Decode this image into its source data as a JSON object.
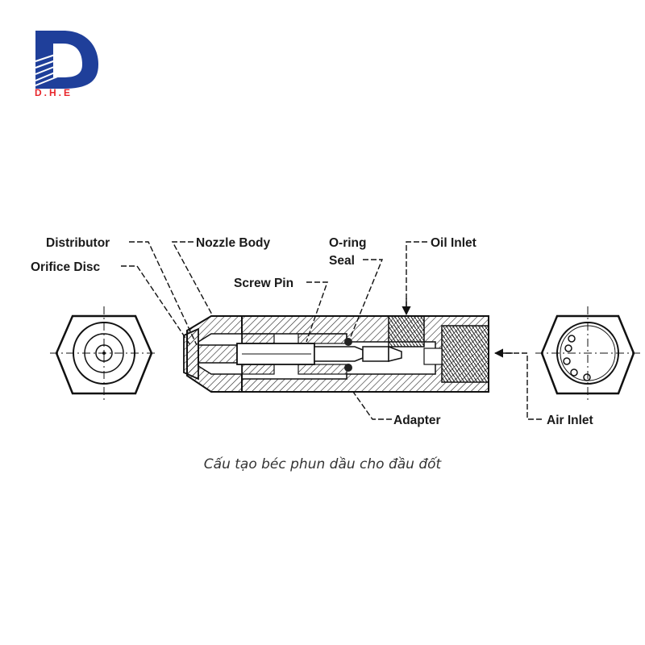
{
  "logo": {
    "text": "D.H.E",
    "colors": {
      "blue": "#1f3f9a",
      "red": "#e8262b"
    }
  },
  "labels": {
    "distributor": "Distributor",
    "nozzle_body": "Nozzle Body",
    "o_ring_line1": "O-ring",
    "o_ring_line2": "Seal",
    "oil_inlet": "Oil Inlet",
    "orifice_disc": "Orifice Disc",
    "screw_pin": "Screw Pin",
    "adapter": "Adapter",
    "air_inlet": "Air Inlet"
  },
  "caption": "Cấu tạo béc phun dầu cho đầu đốt"
}
